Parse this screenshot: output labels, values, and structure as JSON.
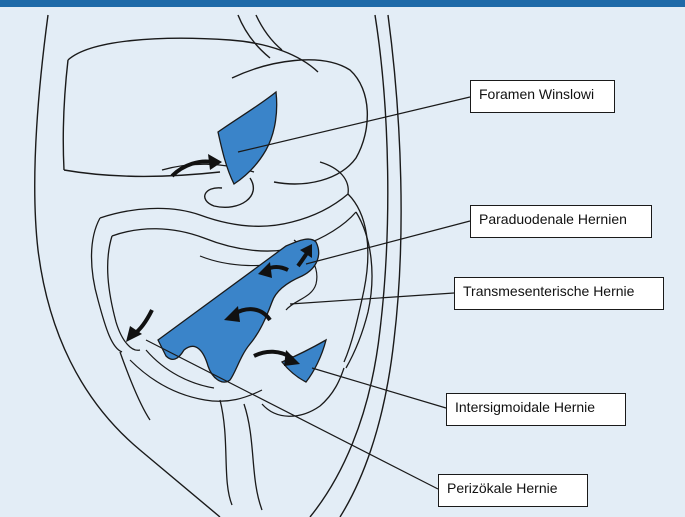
{
  "colors": {
    "background": "#e3edf6",
    "header_bar": "#1e6aa8",
    "hernia_fill": "#3a84c9",
    "outline": "#1a1a1a",
    "arrow": "#111111",
    "label_background": "#ffffff"
  },
  "labels": {
    "foramen_winslowi": "Foramen Winslowi",
    "paraduodenale_hernien": "Paraduodenale Hernien",
    "transmesenterische_hernie": "Transmesenterische Hernie",
    "intersigmoidale_hernie": "Intersigmoidale Hernie",
    "perizoekale_hernie": "Perizökale Hernie"
  }
}
